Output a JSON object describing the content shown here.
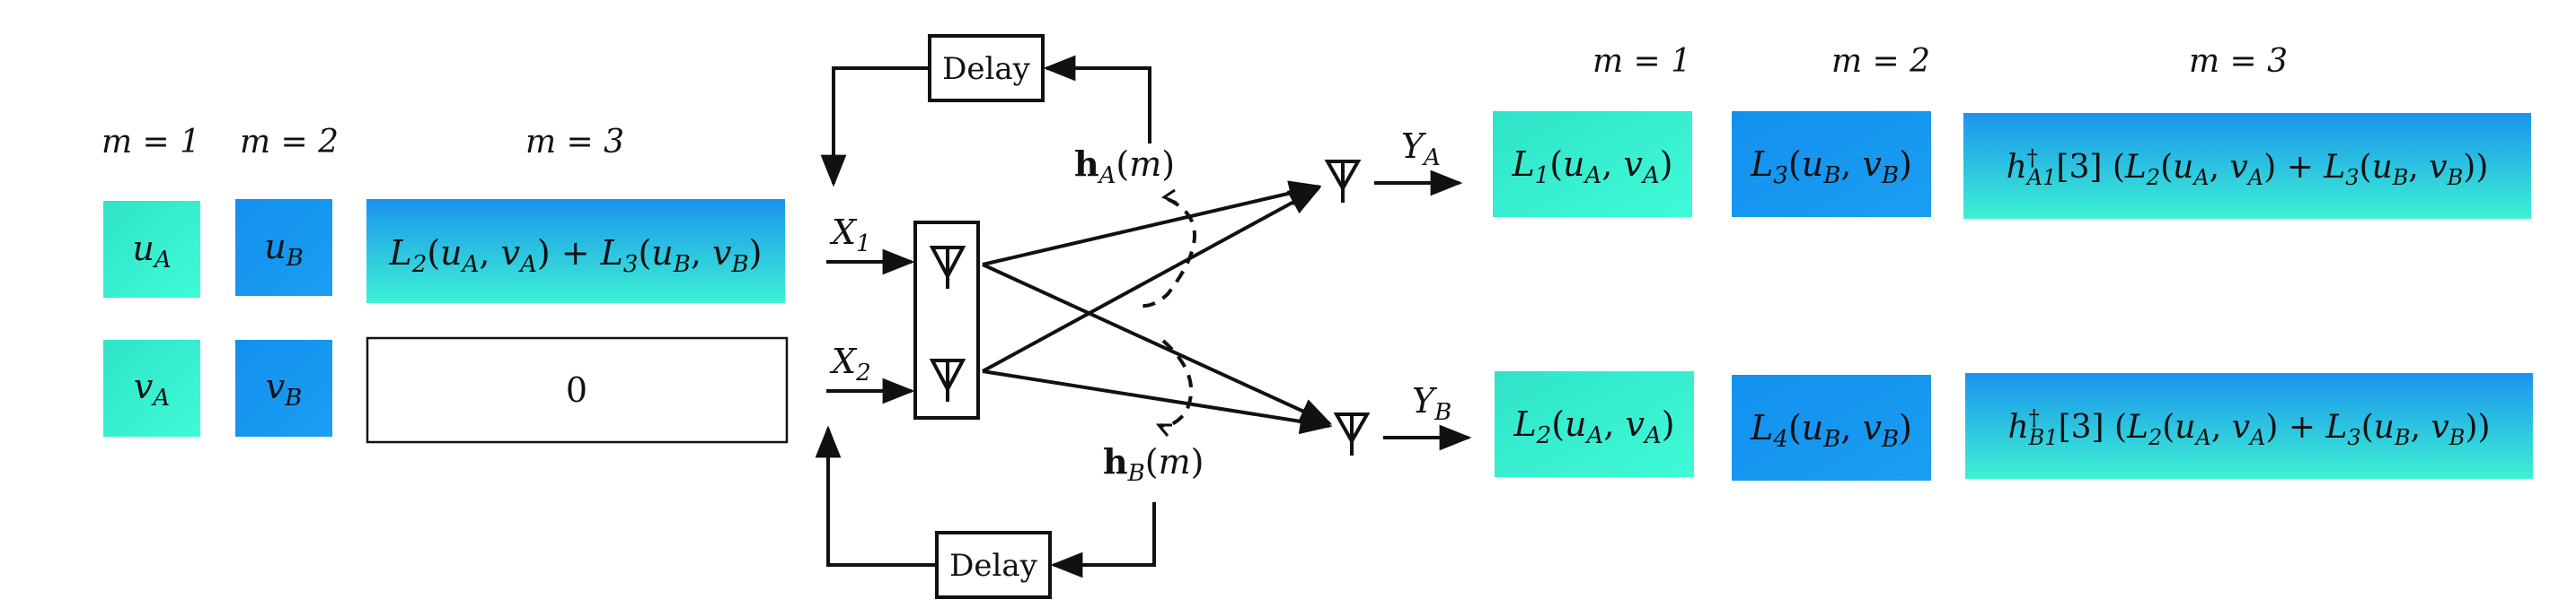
{
  "colors": {
    "teal_light": "#3ef5d2",
    "teal_mid": "#34e6cd",
    "blue": "#1595ef",
    "blue_light": "#2bb0f0",
    "line": "#111111"
  },
  "left_panel": {
    "headers": [
      "m = 1",
      "m = 2",
      "m = 3"
    ],
    "row1": [
      "u_A",
      "u_B",
      "L_2(u_A, v_A) + L_3(u_B, v_B)"
    ],
    "row2": [
      "v_A",
      "v_B",
      "0"
    ]
  },
  "channel": {
    "delay_top": "Delay",
    "delay_bottom": "Delay",
    "x1": "X_1",
    "x2": "X_2",
    "hA": "h_A(m)",
    "hB": "h_B(m)",
    "yA": "Y_A",
    "yB": "Y_B"
  },
  "right_panel": {
    "headers": [
      "m = 1",
      "m = 2",
      "m = 3"
    ],
    "row1": [
      "L_1(u_A, v_A)",
      "L_3(u_B, v_B)",
      "h†_A1[3] (L_2(u_A, v_A) + L_3(u_B, v_B))"
    ],
    "row2": [
      "L_2(u_A, v_A)",
      "L_4(u_B, v_B)",
      "h†_B1[3] (L_2(u_A, v_A) + L_3(u_B, v_B))"
    ]
  }
}
